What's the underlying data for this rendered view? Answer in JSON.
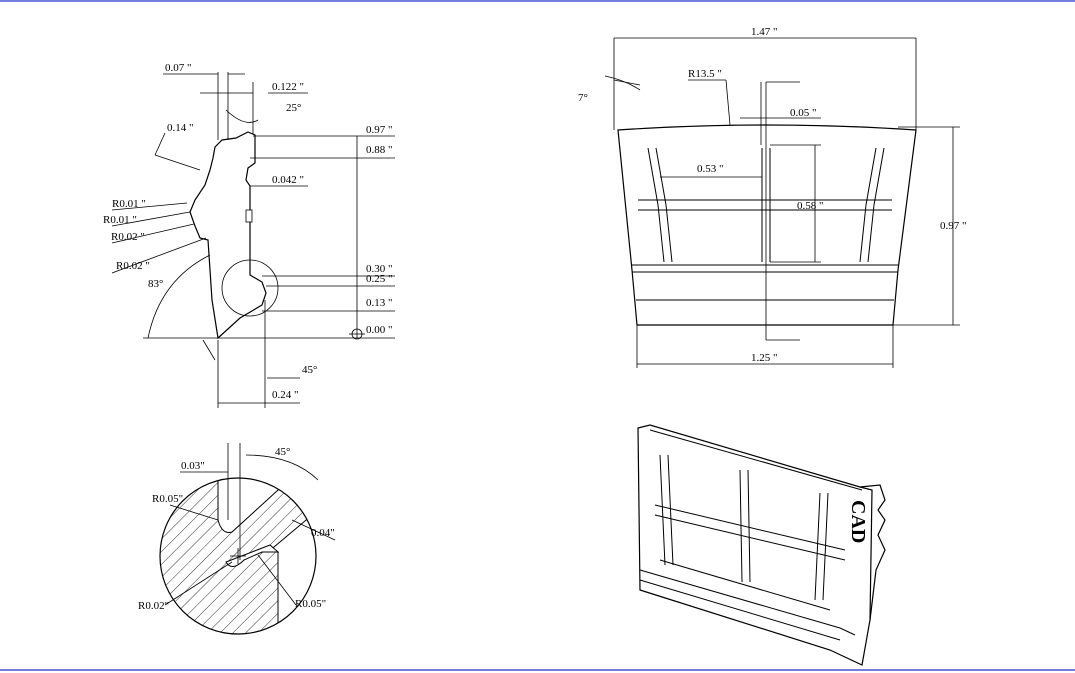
{
  "colors": {
    "frame_line": "#2233cc",
    "ink": "#000000",
    "background": "#ffffff"
  },
  "views": {
    "section": {
      "dims": {
        "d007": "0.07 \"",
        "d0122": "0.122 \"",
        "a25": "25°",
        "d014": "0.14 \"",
        "d097": "0.97 \"",
        "d088": "0.88 \"",
        "d0042": "0.042 \"",
        "r001a": "R0.01 \"",
        "r001b": "R0.01 \"",
        "r002a": "R0.02 \"",
        "r002b": "R0.02 \"",
        "d030": "0.30 \"",
        "d025": "0.25 \"",
        "a83": "83°",
        "d013": "0.13 \"",
        "d000": "0.00 \"",
        "a45": "45°",
        "d024": "0.24 \""
      }
    },
    "front": {
      "dims": {
        "d147": "1.47 \"",
        "a7": "7°",
        "r135": "R13.5 \"",
        "d005": "0.05 \"",
        "d053": "0.53 \"",
        "d058": "0.58 \"",
        "d097": "0.97 \"",
        "d125": "1.25 \""
      }
    },
    "detail": {
      "dims": {
        "d003": "0.03\"",
        "a45": "45°",
        "r005a": "R0.05\"",
        "d004": "0.04\"",
        "r002": "R0.02\"",
        "r005b": "R0.05\""
      }
    },
    "iso": {
      "logo_text": "CAD"
    }
  }
}
